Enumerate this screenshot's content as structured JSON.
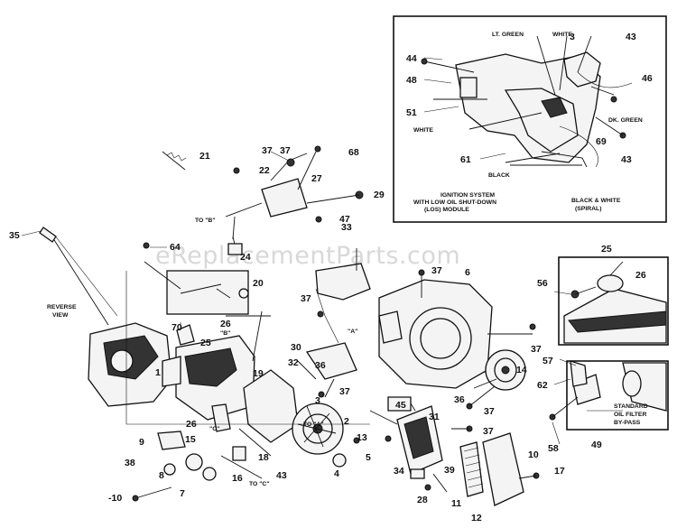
{
  "watermark": "eReplacementParts.com",
  "insets": {
    "ignition": {
      "labels": [
        "LT. GREEN",
        "WHITE",
        "WHITE",
        "DK. GREEN",
        "BLACK",
        "BLACK & WHITE",
        "(SPIRAL)"
      ],
      "caption": [
        "IGNITION SYSTEM",
        "WITH LOW OIL SHUT-DOWN",
        "(LOS) MODULE"
      ]
    },
    "oil_filter": {
      "caption": [
        "STANDARD",
        "OIL FILTER",
        "BY-PASS"
      ]
    }
  },
  "view_label": [
    "REVERSE",
    "VIEW"
  ],
  "references": [
    "TO \"B\"",
    "TO \"A\"",
    "TO \"C\"",
    "\"A\"",
    "\"B\"",
    "\"C\""
  ],
  "parts": [
    "1",
    "2",
    "3",
    "3",
    "4",
    "5",
    "6",
    "7",
    "8",
    "9",
    "10",
    "-10",
    "11",
    "12",
    "13",
    "14",
    "15",
    "16",
    "17",
    "18",
    "19",
    "20",
    "21",
    "22",
    "24",
    "25",
    "25",
    "26",
    "26",
    "26",
    "27",
    "28",
    "29",
    "30",
    "31",
    "32",
    "33",
    "34",
    "35",
    "36",
    "36",
    "37",
    "37",
    "37",
    "37",
    "37",
    "37",
    "37",
    "37",
    "38",
    "39",
    "43",
    "43",
    "43",
    "44",
    "45",
    "46",
    "47",
    "48",
    "49",
    "51",
    "56",
    "57",
    "58",
    "61",
    "62",
    "64",
    "68",
    "69",
    "70"
  ]
}
